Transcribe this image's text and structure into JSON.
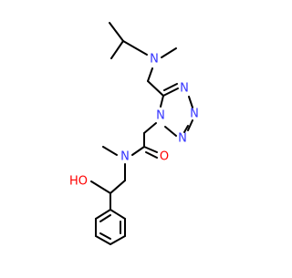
{
  "molecule": {
    "atom_labels": {
      "amine_n": "N",
      "tetrazole_n1": "N",
      "tetrazole_n2": "N",
      "tetrazole_n3": "N",
      "tetrazole_n4": "N",
      "amide_n": "N",
      "carbonyl_o": "O",
      "hydroxyl_o": "HO"
    },
    "colors": {
      "nitrogen": "#3333ff",
      "oxygen": "#ff0000",
      "bond": "#000000"
    }
  }
}
